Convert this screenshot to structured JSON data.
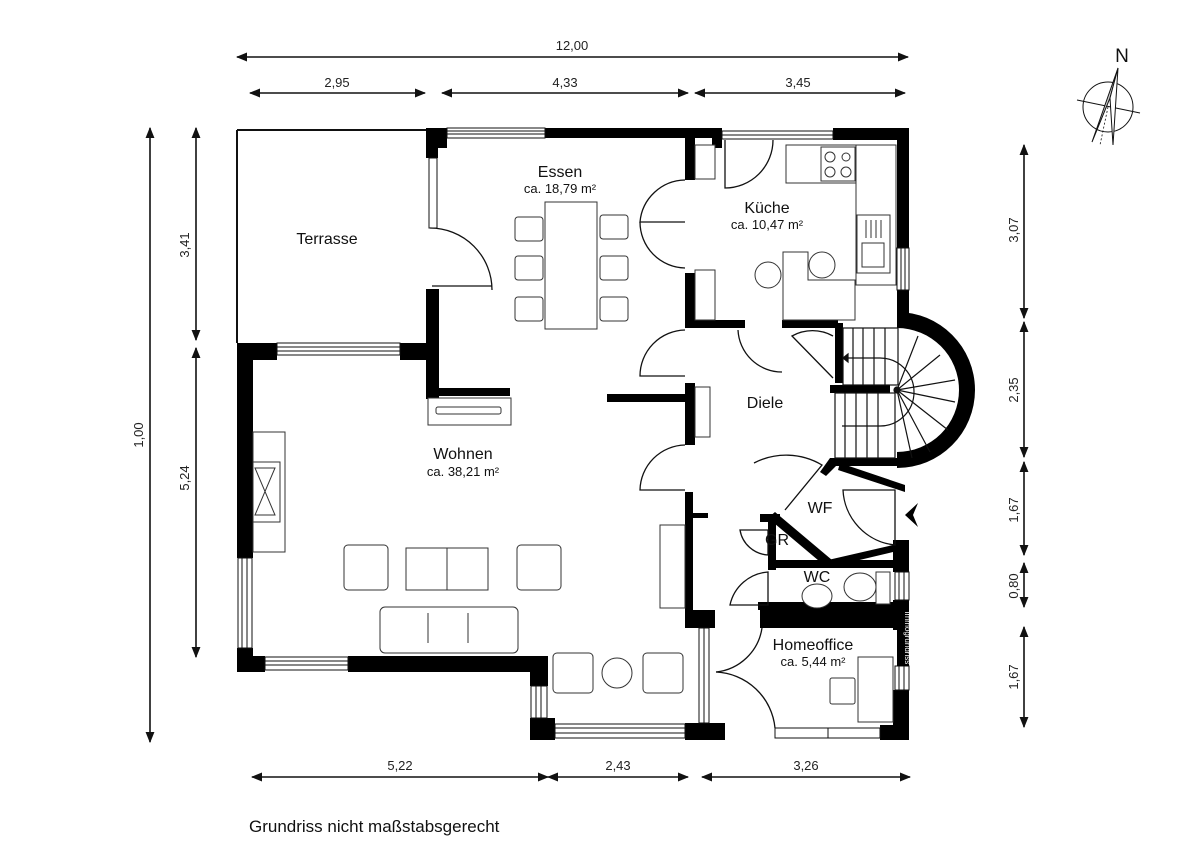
{
  "compass": {
    "label": "N"
  },
  "dimensions": {
    "top_total": "12,00",
    "top": [
      "2,95",
      "4,33",
      "3,45"
    ],
    "bottom": [
      "5,22",
      "2,43",
      "3,26"
    ],
    "left_total": "1,00",
    "left": [
      "3,41",
      "5,24"
    ],
    "right": [
      "3,07",
      "2,35",
      "1,67",
      "0,80",
      "1,67"
    ]
  },
  "rooms": {
    "terrasse": {
      "name": "Terrasse"
    },
    "essen": {
      "name": "Essen",
      "area": "ca. 18,79 m²"
    },
    "kueche": {
      "name": "Küche",
      "area": "ca. 10,47 m²"
    },
    "diele": {
      "name": "Diele"
    },
    "wohnen": {
      "name": "Wohnen",
      "area": "ca. 38,21 m²"
    },
    "wf": {
      "name": "WF"
    },
    "gr": {
      "name": "GR"
    },
    "wc": {
      "name": "WC"
    },
    "homeoffice": {
      "name": "Homeoffice",
      "area": "ca. 5,44 m²"
    }
  },
  "watermark": "immogrundriss",
  "footer_note": "Grundriss nicht maßstabsgerecht"
}
